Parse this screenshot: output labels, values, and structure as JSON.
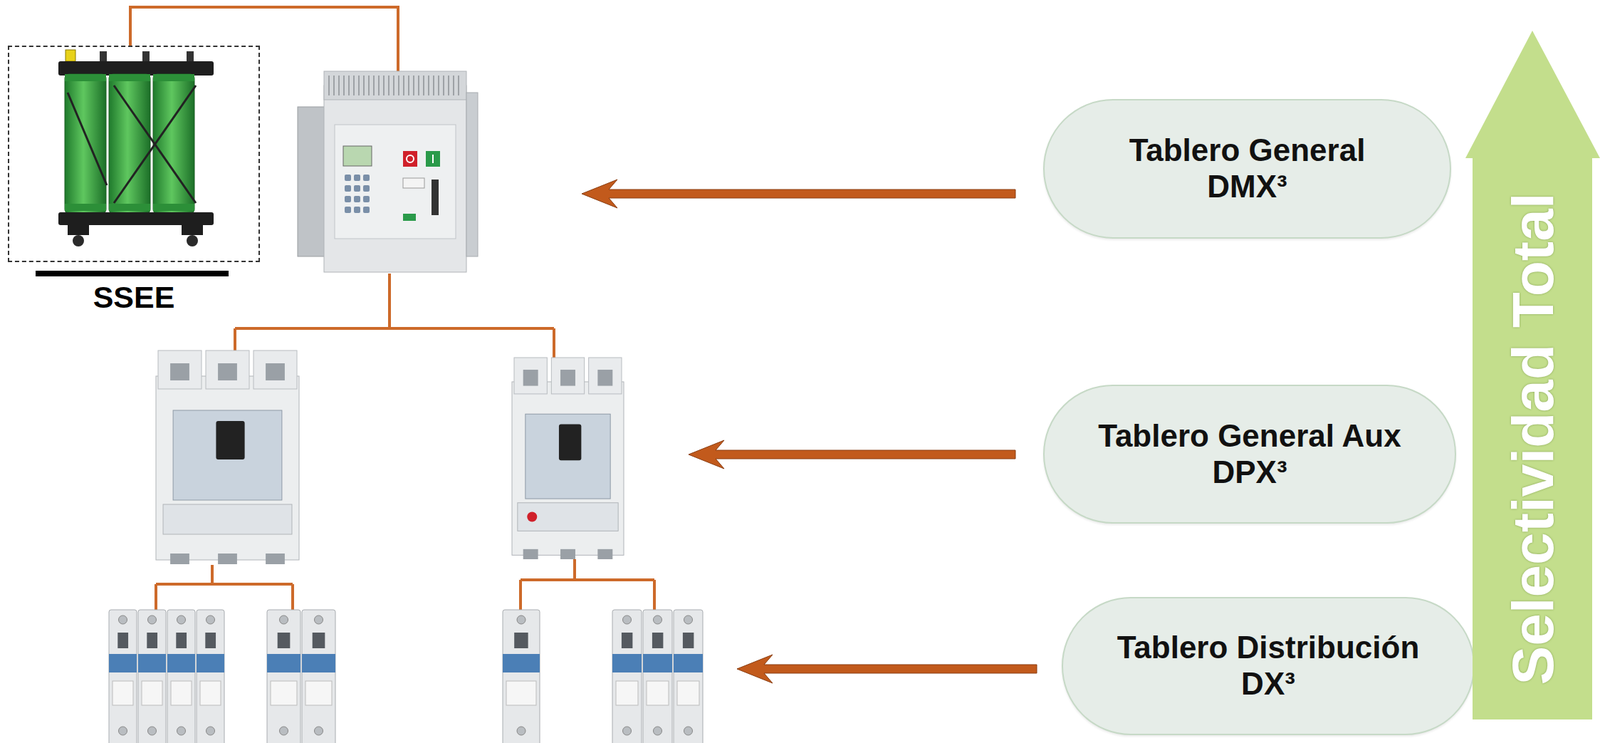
{
  "diagram": {
    "nodes": [
      {
        "text": [
          "SSEE"
        ]
      },
      {
        "text": [
          "Tablero General DMX³"
        ]
      },
      {
        "text": [
          "Tablero General Aux DPX³"
        ]
      },
      {
        "text": [
          "Tablero Distribución DX³"
        ]
      },
      {
        "text": [
          "Selectividad Total"
        ]
      }
    ]
  }
}
